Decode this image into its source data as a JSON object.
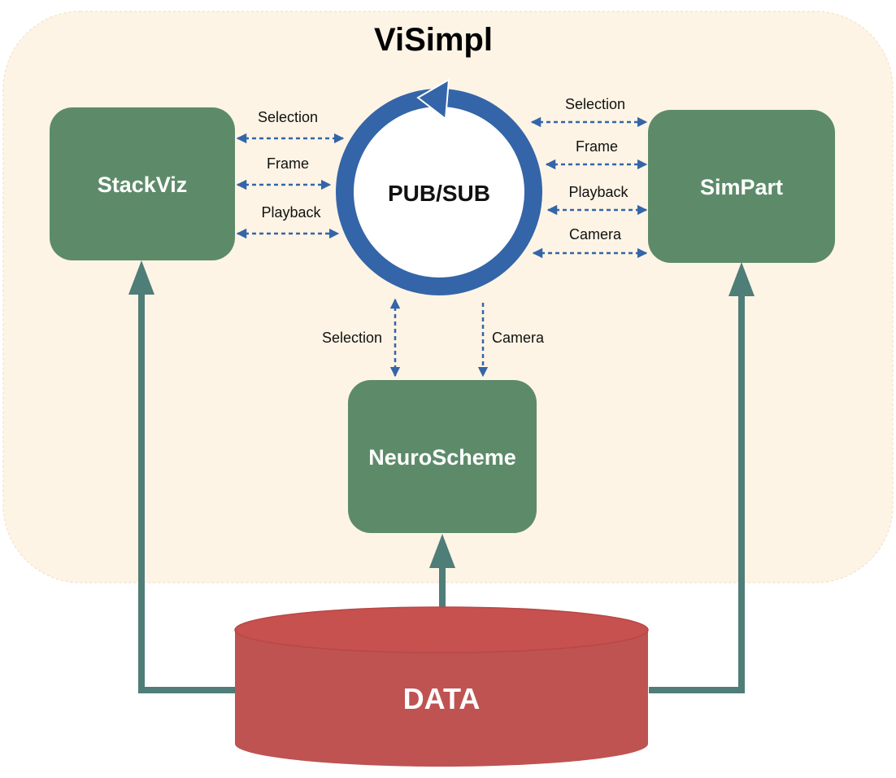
{
  "title": "ViSimpl",
  "hub": {
    "label": "PUB/SUB"
  },
  "modules": {
    "stackviz": "StackViz",
    "simpart": "SimPart",
    "neuroscheme": "NeuroScheme"
  },
  "data_store": {
    "label": "DATA"
  },
  "links": {
    "stackviz": [
      "Selection",
      "Frame",
      "Playback"
    ],
    "simpart": [
      "Selection",
      "Frame",
      "Playback",
      "Camera"
    ],
    "neuroscheme": [
      "Selection",
      "Camera"
    ]
  },
  "colors": {
    "container_bg": "#fdf4e5",
    "module_fill": "#5d8b6a",
    "hub_ring": "#3465a8",
    "link_arrow": "#3465a8",
    "data_flow": "#4f7d78",
    "data_fill": "#bf5352",
    "data_top": "#c6514e"
  }
}
